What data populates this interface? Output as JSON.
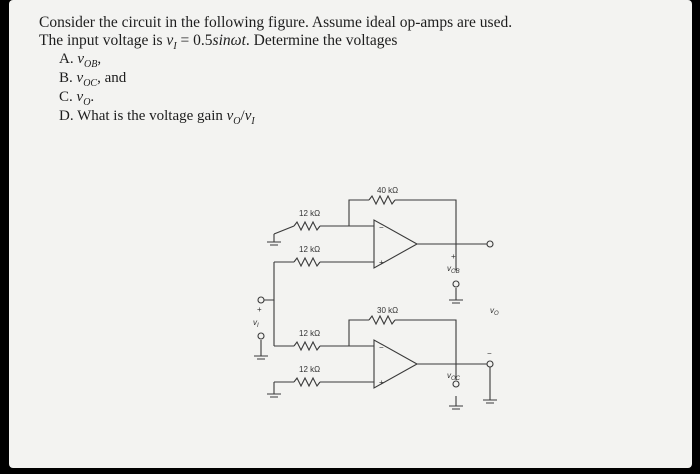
{
  "problem": {
    "line1": "Consider the circuit in the following figure. Assume ideal op-amps are used.",
    "line2_prefix": "The input voltage is ",
    "line2_var": "v",
    "line2_sub": "I",
    "line2_eq": " = 0.5",
    "line2_sin": "sinωt",
    "line2_suffix": ". Determine the voltages",
    "items": [
      {
        "marker": "A.",
        "var": "v",
        "sub": "OB",
        "suffix": ","
      },
      {
        "marker": "B.",
        "var": "v",
        "sub": "OC",
        "suffix": ", and"
      },
      {
        "marker": "C.",
        "var": "v",
        "sub": "O",
        "suffix": "."
      },
      {
        "marker": "D.",
        "text": "What is the voltage gain ",
        "var": "v",
        "sub": "O",
        "slash": "/",
        "var2": "v",
        "sub2": "I"
      }
    ]
  },
  "circuit": {
    "r_fb_top": "40 kΩ",
    "r_in_top_inv": "12 kΩ",
    "r_in_top_noninv": "12 kΩ",
    "r_fb_bottom": "30 kΩ",
    "r_in_bottom_inv": "12 kΩ",
    "r_in_bottom_noninv": "12 kΩ",
    "v_ob": "v",
    "v_ob_sub": "OB",
    "v_oc": "v",
    "v_oc_sub": "OC",
    "v_o": "v",
    "v_o_sub": "O",
    "v_i": "v",
    "v_i_sub": "I",
    "plus": "+",
    "minus": "−"
  },
  "colors": {
    "background": "#000000",
    "paper": "#f3f3f1",
    "ink": "#1d1d1d",
    "wire": "#3a3a3a"
  }
}
